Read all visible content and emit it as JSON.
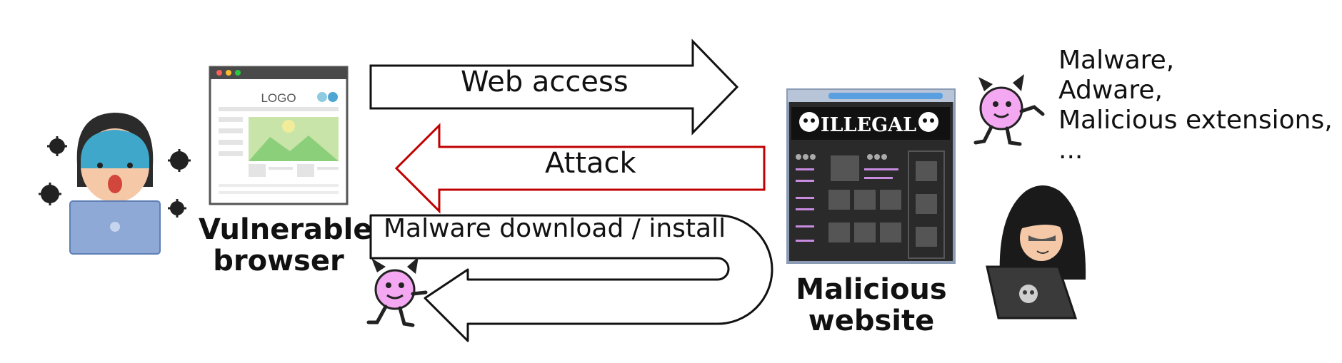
{
  "arrows": {
    "web_access": "Web access",
    "attack": "Attack",
    "malware_download": "Malware download / install"
  },
  "nodes": {
    "vulnerable_browser": [
      "Vulnerable",
      "browser"
    ],
    "malicious_website": [
      "Malicious",
      "website"
    ]
  },
  "browser_mockup": {
    "logo": "LOGO"
  },
  "illegal_site": {
    "banner": "ILLEGAL"
  },
  "payload_list": [
    "Malware,",
    "Adware,",
    "Malicious extensions,",
    "..."
  ],
  "colors": {
    "attack_arrow": "#c00000",
    "outline": "#111111",
    "devil_pink": "#f5a8f2",
    "victim_face": "#3fa7c9",
    "laptop": "#8fa9d6",
    "hacker": "#1a1a1a",
    "site_bg": "#222222"
  }
}
